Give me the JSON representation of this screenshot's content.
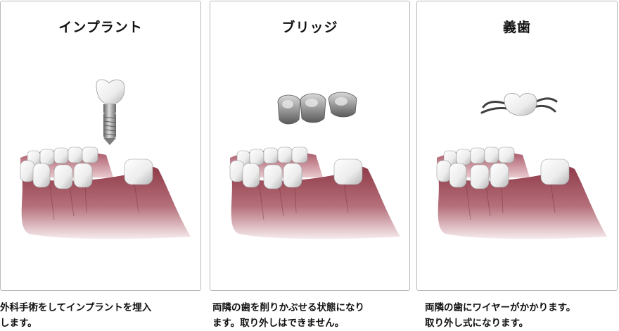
{
  "panels": [
    {
      "title": "インプラント",
      "caption": "外科手術をしてインプラントを埋入\nします。",
      "illustration": "dental-implant"
    },
    {
      "title": "ブリッジ",
      "caption": "両隣の歯を削りかぶせる状態になり\nます。取り外しはできません。",
      "illustration": "dental-bridge"
    },
    {
      "title": "義歯",
      "caption": "両隣の歯にワイヤーがかかります。\n取り外し式になります。",
      "illustration": "partial-denture"
    }
  ],
  "colors": {
    "gum": "#9b4654",
    "gum_light": "#f4e4e6",
    "tooth": "#f3f3f3",
    "tooth_shadow": "#b8b8b8",
    "metal": "#8c8c8c",
    "border": "#b9b9b9"
  }
}
